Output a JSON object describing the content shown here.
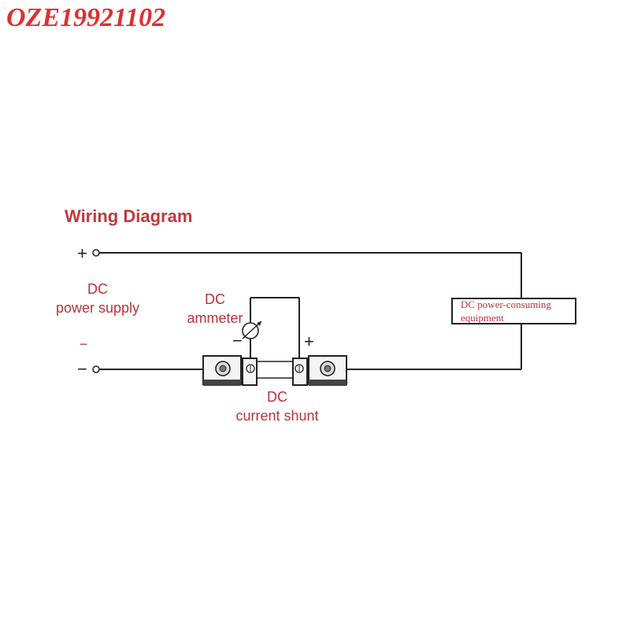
{
  "watermark": "OZE19921102",
  "title": "Wiring Diagram",
  "supply": {
    "plus_symbol": "+",
    "minus_symbol": "−",
    "label_line1": "DC",
    "label_line2": "power supply",
    "minus_label": "−"
  },
  "ammeter": {
    "label_line1": "DC",
    "label_line2": "ammeter",
    "minus_symbol": "−",
    "plus_symbol": "+"
  },
  "shunt": {
    "label_line1": "DC",
    "label_line2": "current shunt"
  },
  "load": {
    "label_line1": "DC power-consuming",
    "label_line2": "equipment"
  },
  "colors": {
    "label_red": "#b8323a",
    "watermark_red": "#e03030",
    "wire": "#222222"
  }
}
